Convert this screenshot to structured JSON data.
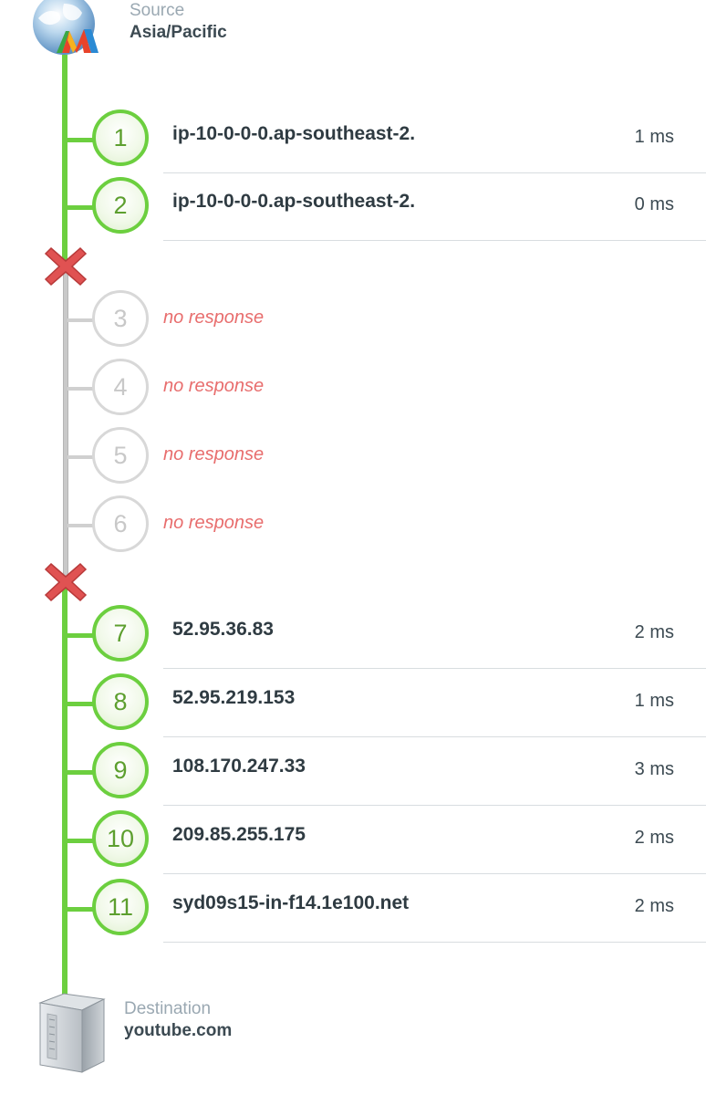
{
  "source": {
    "label": "Source",
    "value": "Asia/Pacific",
    "icon": "globe-icon"
  },
  "destination": {
    "label": "Destination",
    "value": "youtube.com",
    "icon": "server-icon"
  },
  "hops": [
    {
      "number": "1",
      "host": "ip-10-0-0-0.ap-southeast-2.",
      "latency": "1 ms",
      "status": "ok"
    },
    {
      "number": "2",
      "host": "ip-10-0-0-0.ap-southeast-2.",
      "latency": "0 ms",
      "status": "ok"
    },
    {
      "number": "3",
      "message": "no response",
      "status": "fail"
    },
    {
      "number": "4",
      "message": "no response",
      "status": "fail"
    },
    {
      "number": "5",
      "message": "no response",
      "status": "fail"
    },
    {
      "number": "6",
      "message": "no response",
      "status": "fail"
    },
    {
      "number": "7",
      "host": "52.95.36.83",
      "latency": "2 ms",
      "status": "ok"
    },
    {
      "number": "8",
      "host": "52.95.219.153",
      "latency": "1 ms",
      "status": "ok"
    },
    {
      "number": "9",
      "host": "108.170.247.33",
      "latency": "3 ms",
      "status": "ok"
    },
    {
      "number": "10",
      "host": "209.85.255.175",
      "latency": "2 ms",
      "status": "ok"
    },
    {
      "number": "11",
      "host": "syd09s15-in-f14.1e100.net",
      "latency": "2 ms",
      "status": "ok"
    }
  ],
  "colors": {
    "ok": "#6ccf3f",
    "fail": "#d0d0d0",
    "no_response_text": "#e86d6d",
    "x_mark": "#e05252"
  }
}
